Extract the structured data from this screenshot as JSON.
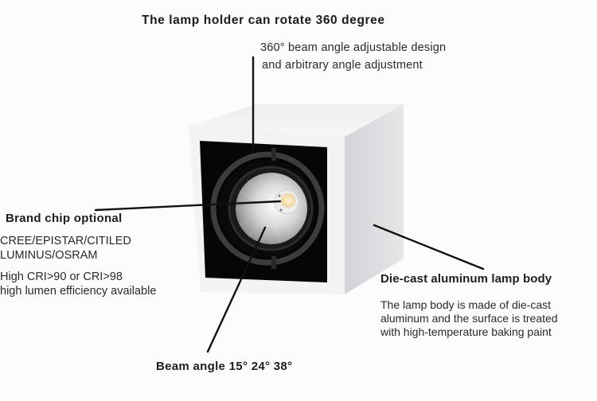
{
  "header": {
    "title": "The lamp holder can rotate 360 degree",
    "subtitle_lines": [
      "360° beam angle adjustable design",
      "and arbitrary angle adjustment"
    ]
  },
  "callouts": {
    "brand_chip": {
      "title": "Brand chip optional",
      "brands_lines": [
        "CREE/EPISTAR/CITILED",
        "LUMINUS/OSRAM"
      ],
      "cri_lines": [
        "High CRI>90 or CRI>98",
        "high lumen efficiency available"
      ]
    },
    "body": {
      "title": "Die-cast aluminum lamp body",
      "desc_lines": [
        "The lamp body is made of die-cast",
        "aluminum and the surface is treated",
        "with high-temperature baking paint"
      ]
    },
    "beam": {
      "title": "Beam angle 15° 24° 38°"
    }
  },
  "product": {
    "name": "square-surface-mounted-led-downlight",
    "colors": {
      "housing_front": "#f1f1f1",
      "housing_top": "#e9e9eb",
      "housing_side": "#d9d9dc",
      "bezel": "#050505",
      "ring": "#3a3a3a",
      "reflector": "#c9c9c9",
      "cob_chip": "#f6dfb0",
      "leader_line": "#111111"
    }
  }
}
